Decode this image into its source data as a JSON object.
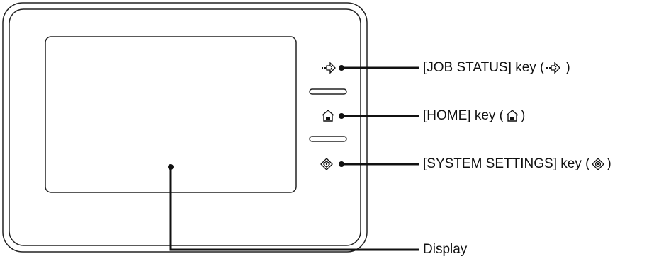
{
  "callouts": {
    "job_status": {
      "prefix": "[JOB STATUS] key (",
      "suffix": ")",
      "icon": "job-status-icon"
    },
    "home": {
      "prefix": "[HOME] key (",
      "suffix": ")",
      "icon": "home-icon"
    },
    "system_settings": {
      "prefix": "[SYSTEM SETTINGS] key (",
      "suffix": ")",
      "icon": "system-settings-icon"
    },
    "display": {
      "label": "Display"
    }
  },
  "colors": {
    "line": "#111111",
    "outline": "#222222"
  }
}
